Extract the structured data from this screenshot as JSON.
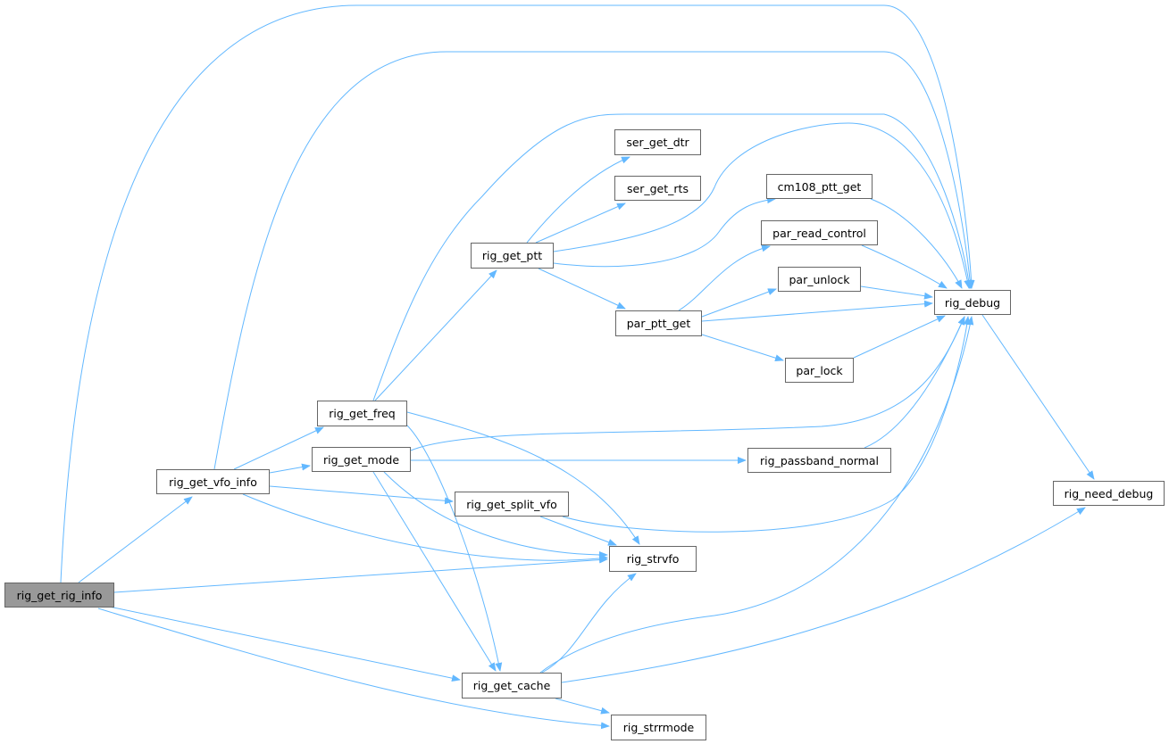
{
  "colors": {
    "edge": "#63b8ff",
    "node_border": "#666666",
    "root_fill": "#999999"
  },
  "nodes": [
    {
      "id": "rig_get_rig_info",
      "label": "rig_get_rig_info"
    },
    {
      "id": "rig_get_vfo_info",
      "label": "rig_get_vfo_info"
    },
    {
      "id": "rig_get_freq",
      "label": "rig_get_freq"
    },
    {
      "id": "rig_get_mode",
      "label": "rig_get_mode"
    },
    {
      "id": "rig_get_split_vfo",
      "label": "rig_get_split_vfo"
    },
    {
      "id": "rig_get_ptt",
      "label": "rig_get_ptt"
    },
    {
      "id": "ser_get_dtr",
      "label": "ser_get_dtr"
    },
    {
      "id": "ser_get_rts",
      "label": "ser_get_rts"
    },
    {
      "id": "cm108_ptt_get",
      "label": "cm108_ptt_get"
    },
    {
      "id": "par_read_control",
      "label": "par_read_control"
    },
    {
      "id": "par_unlock",
      "label": "par_unlock"
    },
    {
      "id": "par_ptt_get",
      "label": "par_ptt_get"
    },
    {
      "id": "par_lock",
      "label": "par_lock"
    },
    {
      "id": "rig_debug",
      "label": "rig_debug"
    },
    {
      "id": "rig_passband_normal",
      "label": "rig_passband_normal"
    },
    {
      "id": "rig_need_debug",
      "label": "rig_need_debug"
    },
    {
      "id": "rig_strvfo",
      "label": "rig_strvfo"
    },
    {
      "id": "rig_get_cache",
      "label": "rig_get_cache"
    },
    {
      "id": "rig_strrmode",
      "label": "rig_strrmode"
    }
  ],
  "edges": [
    [
      "rig_get_rig_info",
      "rig_debug"
    ],
    [
      "rig_get_rig_info",
      "rig_get_vfo_info"
    ],
    [
      "rig_get_rig_info",
      "rig_strvfo"
    ],
    [
      "rig_get_rig_info",
      "rig_get_cache"
    ],
    [
      "rig_get_rig_info",
      "rig_strrmode"
    ],
    [
      "rig_get_vfo_info",
      "rig_debug"
    ],
    [
      "rig_get_vfo_info",
      "rig_get_freq"
    ],
    [
      "rig_get_vfo_info",
      "rig_get_mode"
    ],
    [
      "rig_get_vfo_info",
      "rig_get_split_vfo"
    ],
    [
      "rig_get_vfo_info",
      "rig_strvfo"
    ],
    [
      "rig_get_freq",
      "rig_debug"
    ],
    [
      "rig_get_freq",
      "rig_get_ptt"
    ],
    [
      "rig_get_freq",
      "rig_strvfo"
    ],
    [
      "rig_get_freq",
      "rig_get_cache"
    ],
    [
      "rig_get_mode",
      "rig_debug"
    ],
    [
      "rig_get_mode",
      "rig_passband_normal"
    ],
    [
      "rig_get_mode",
      "rig_strvfo"
    ],
    [
      "rig_get_mode",
      "rig_get_cache"
    ],
    [
      "rig_get_split_vfo",
      "rig_debug"
    ],
    [
      "rig_get_split_vfo",
      "rig_strvfo"
    ],
    [
      "rig_get_ptt",
      "ser_get_dtr"
    ],
    [
      "rig_get_ptt",
      "ser_get_rts"
    ],
    [
      "rig_get_ptt",
      "rig_debug"
    ],
    [
      "rig_get_ptt",
      "cm108_ptt_get"
    ],
    [
      "rig_get_ptt",
      "par_ptt_get"
    ],
    [
      "par_ptt_get",
      "par_read_control"
    ],
    [
      "par_ptt_get",
      "par_unlock"
    ],
    [
      "par_ptt_get",
      "rig_debug"
    ],
    [
      "par_ptt_get",
      "par_lock"
    ],
    [
      "cm108_ptt_get",
      "rig_debug"
    ],
    [
      "par_read_control",
      "rig_debug"
    ],
    [
      "par_unlock",
      "rig_debug"
    ],
    [
      "par_lock",
      "rig_debug"
    ],
    [
      "rig_passband_normal",
      "rig_debug"
    ],
    [
      "rig_debug",
      "rig_need_debug"
    ],
    [
      "rig_get_cache",
      "rig_debug"
    ],
    [
      "rig_get_cache",
      "rig_strvfo"
    ],
    [
      "rig_get_cache",
      "rig_need_debug"
    ],
    [
      "rig_get_cache",
      "rig_strrmode"
    ]
  ]
}
